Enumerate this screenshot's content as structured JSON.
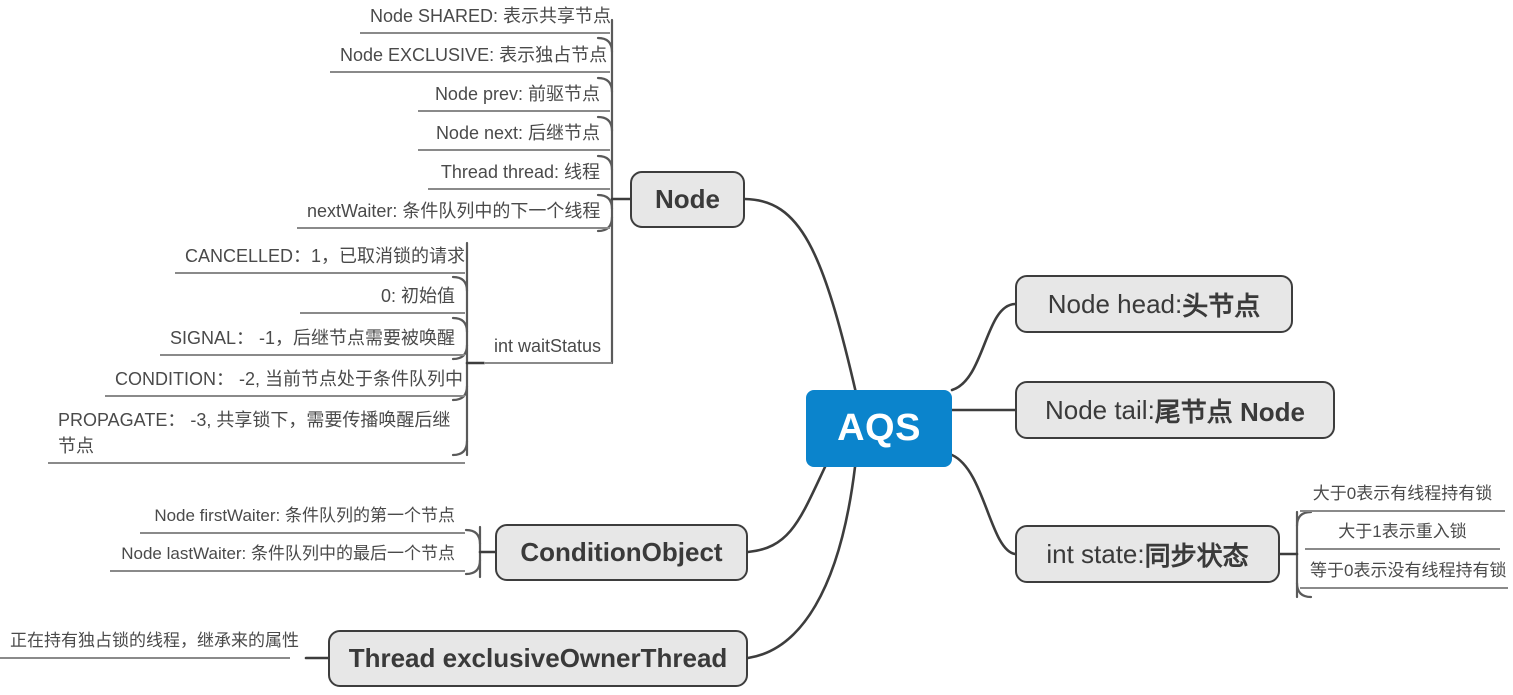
{
  "diagram": {
    "title": "AQS",
    "type": "mind-map",
    "colors": {
      "root_fill": "#0b84cc",
      "root_text": "#ffffff",
      "box_fill": "#e7e7e7",
      "box_border": "#3d3d3d",
      "leaf_text": "#4a4a4a",
      "leaf_underline": "#8a8a8a",
      "background": "#ffffff"
    }
  },
  "root": {
    "label": "AQS"
  },
  "branches": {
    "node": {
      "label": "Node",
      "children": [
        {
          "label": "Node SHARED: 表示共享节点"
        },
        {
          "label": "Node  EXCLUSIVE: 表示独占节点"
        },
        {
          "label": "Node prev: 前驱节点"
        },
        {
          "label": "Node next: 后继节点"
        },
        {
          "label": "Thread thread: 线程"
        },
        {
          "label": "nextWaiter: 条件队列中的下一个线程"
        },
        {
          "label": "int waitStatus",
          "children": [
            {
              "label": "CANCELLED：1，已取消锁的请求"
            },
            {
              "label": "0: 初始值"
            },
            {
              "label": "SIGNAL： -1，后继节点需要被唤醒"
            },
            {
              "label": "CONDITION： -2, 当前节点处于条件队列中"
            },
            {
              "label": "PROPAGATE： -3, 共享锁下，需要传播唤醒后继节点"
            }
          ]
        }
      ]
    },
    "head": {
      "label_light": "Node head: ",
      "label_bold": "头节点"
    },
    "tail": {
      "label_light": "Node tail: ",
      "label_bold": "尾节点 Node"
    },
    "state": {
      "label_light": "int state: ",
      "label_bold": "同步状态",
      "children": [
        {
          "label": "大于0表示有线程持有锁"
        },
        {
          "label": "大于1表示重入锁"
        },
        {
          "label": "等于0表示没有线程持有锁"
        }
      ]
    },
    "condition_object": {
      "label": "ConditionObject",
      "children": [
        {
          "label": "Node firstWaiter: 条件队列的第一个节点"
        },
        {
          "label": "Node lastWaiter: 条件队列中的最后一个节点"
        }
      ]
    },
    "exclusive_owner_thread": {
      "label": "Thread exclusiveOwnerThread",
      "children": [
        {
          "label": "正在持有独占锁的线程，继承来的属性"
        }
      ]
    }
  }
}
